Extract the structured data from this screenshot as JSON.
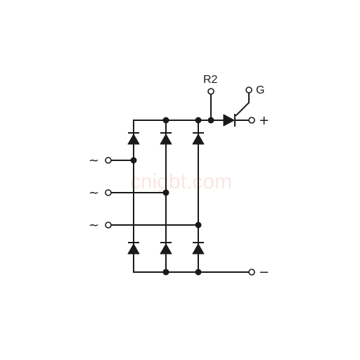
{
  "labels": {
    "r2": "R2",
    "gate": "G",
    "plus": "+",
    "minus": "−",
    "ac1": "~",
    "ac2": "~",
    "ac3": "~"
  },
  "watermark": "cnigbt.com"
}
